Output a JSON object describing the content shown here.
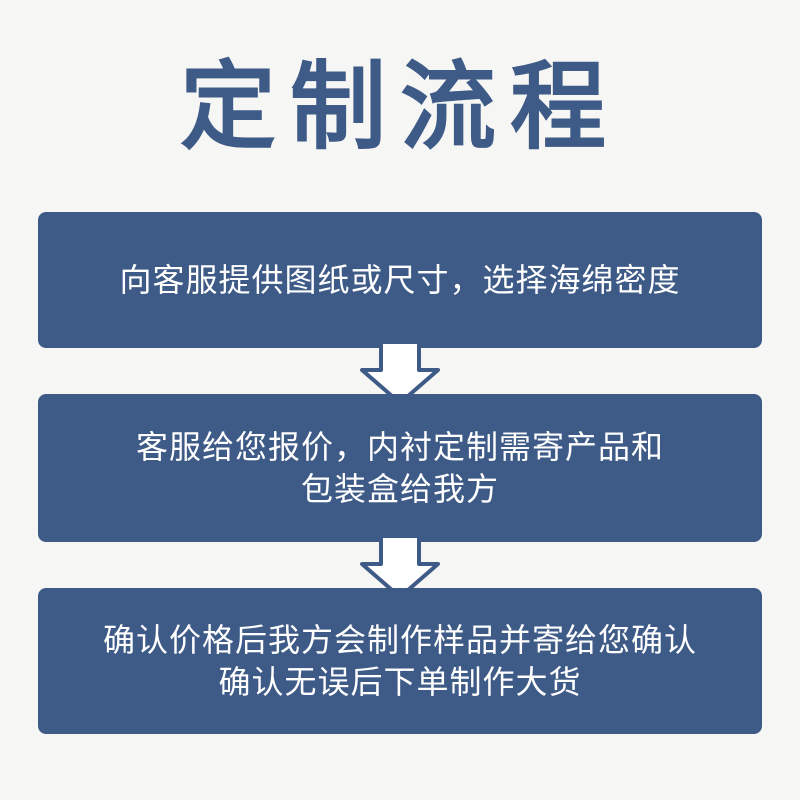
{
  "title": "定制流程",
  "steps": [
    {
      "lines": [
        "向客服提供图纸或尺寸，选择海绵密度"
      ]
    },
    {
      "lines": [
        "客服给您报价，内衬定制需寄产品和",
        "包装盒给我方"
      ]
    },
    {
      "lines": [
        "确认价格后我方会制作样品并寄给您确认",
        "确认无误后下单制作大货"
      ]
    }
  ],
  "arrow_icon": "down-arrow-icon",
  "colors": {
    "background": "#f6f6f4",
    "primary": "#3e5a87",
    "text_on_primary": "#ffffff",
    "arrow_fill": "#ffffff",
    "arrow_stroke": "#3e5a87"
  }
}
